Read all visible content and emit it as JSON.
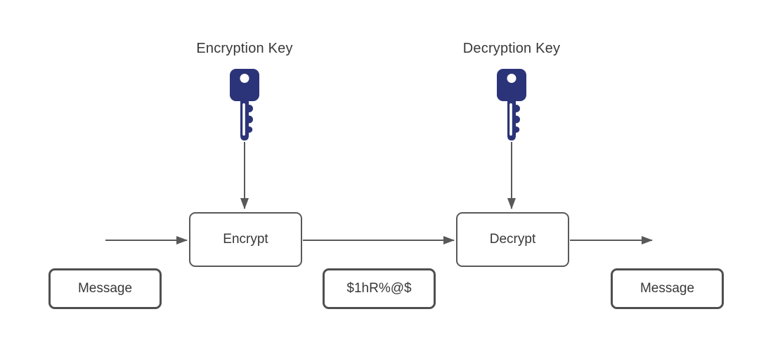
{
  "labels": {
    "encryption_key": "Encryption Key",
    "decryption_key": "Decryption Key"
  },
  "nodes": {
    "encrypt": {
      "label": "Encrypt"
    },
    "decrypt": {
      "label": "Decrypt"
    },
    "message_in": {
      "label": "Message"
    },
    "ciphertext": {
      "label": "$1hR%@$"
    },
    "message_out": {
      "label": "Message"
    }
  },
  "icons": {
    "encryption_key_icon": "key-icon",
    "decryption_key_icon": "key-icon"
  },
  "colors": {
    "key_fill": "#2b3478",
    "arrow": "#595959",
    "process_border": "#595959",
    "data_border": "#4f4f4f",
    "text": "#383838",
    "bg": "#ffffff"
  }
}
